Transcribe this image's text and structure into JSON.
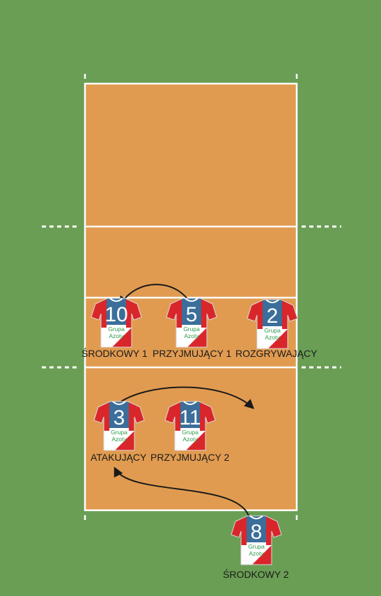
{
  "colors": {
    "surround": "#6a9e54",
    "court": "#e19b50",
    "lines": "#ffffff",
    "jersey_blue": "#3b6e9a",
    "jersey_red": "#d9262b",
    "jersey_white": "#ffffff",
    "sponsor_green": "#2f9a4a",
    "arrow": "#1a1a1a"
  },
  "players": [
    {
      "id": "p10",
      "number": "10",
      "sponsor_line1": "Grupa",
      "sponsor_line2": "Azoty",
      "label": "ŚRODKOWY 1"
    },
    {
      "id": "p5",
      "number": "5",
      "sponsor_line1": "Grupa",
      "sponsor_line2": "Azoty",
      "label": "PRZYJMUJĄCY 1"
    },
    {
      "id": "p2",
      "number": "2",
      "sponsor_line1": "Grupa",
      "sponsor_line2": "Azoty",
      "label": "ROZGRYWAJĄCY"
    },
    {
      "id": "p3",
      "number": "3",
      "sponsor_line1": "Grupa",
      "sponsor_line2": "Azoty",
      "label": "ATAKUJĄCY"
    },
    {
      "id": "p11",
      "number": "11",
      "sponsor_line1": "Grupa",
      "sponsor_line2": "Azoty",
      "label": "PRZYJMUJĄCY 2"
    },
    {
      "id": "p8",
      "number": "8",
      "sponsor_line1": "Grupa",
      "sponsor_line2": "Azoty",
      "label": "ŚRODKOWY 2"
    }
  ],
  "movements": [
    {
      "id": "m1",
      "from_player": "5",
      "to_player": "10"
    },
    {
      "id": "m2",
      "from_player": "3",
      "to_player": null
    },
    {
      "id": "m3",
      "from_player": "8",
      "to_player": "3"
    }
  ]
}
